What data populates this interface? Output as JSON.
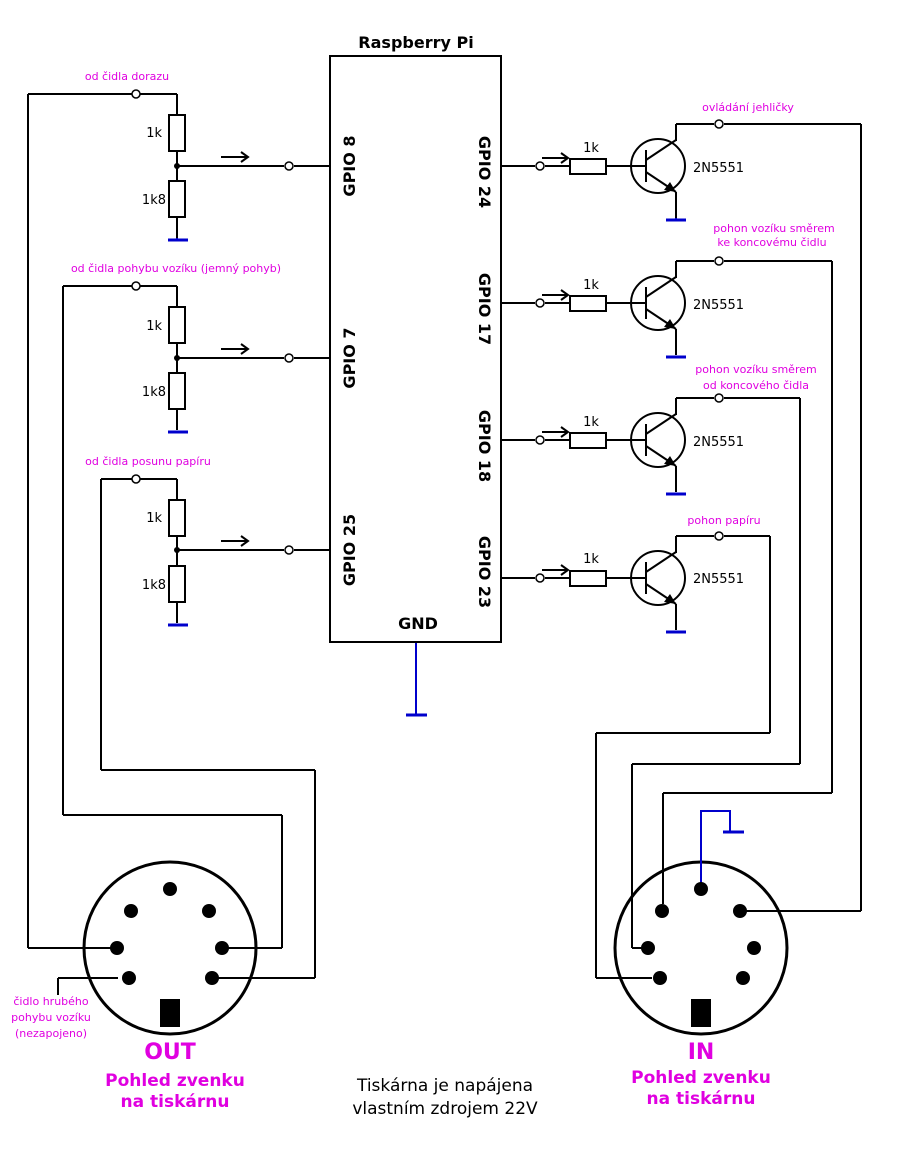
{
  "board": {
    "title": "Raspberry Pi",
    "gnd": "GND"
  },
  "gpio_in": [
    "GPIO 8",
    "GPIO 7",
    "GPIO 25"
  ],
  "gpio_out": [
    "GPIO 24",
    "GPIO 17",
    "GPIO 18",
    "GPIO 23"
  ],
  "dividers": {
    "r_top": "1k",
    "r_bottom": "1k8",
    "labels": [
      "od čidla dorazu",
      "od čidla pohybu vozíku (jemný pohyb)",
      "od čidla posunu papíru"
    ]
  },
  "outputs": {
    "resistor": "1k",
    "transistor": "2N5551",
    "labels": [
      [
        "ovládání jehličky"
      ],
      [
        "pohon vozíku směrem",
        "ke koncovému čidlu"
      ],
      [
        "pohon vozíku směrem",
        "od koncového čidla"
      ],
      [
        "pohon papíru"
      ]
    ]
  },
  "connectors": {
    "out": {
      "label": "OUT",
      "view": [
        "Pohled zvenku",
        "na tiskárnu"
      ]
    },
    "in": {
      "label": "IN",
      "view": [
        "Pohled zvenku",
        "na tiskárnu"
      ]
    }
  },
  "unconnected_note": [
    "čidlo hrubého",
    "pohybu vozíku",
    "(nezapojeno)"
  ],
  "power_note": [
    "Tiskárna je napájena",
    "vlastním zdrojem 22V"
  ],
  "colors": {
    "wire": "#000000",
    "ground": "#0000cc",
    "label": "#e000e0"
  }
}
